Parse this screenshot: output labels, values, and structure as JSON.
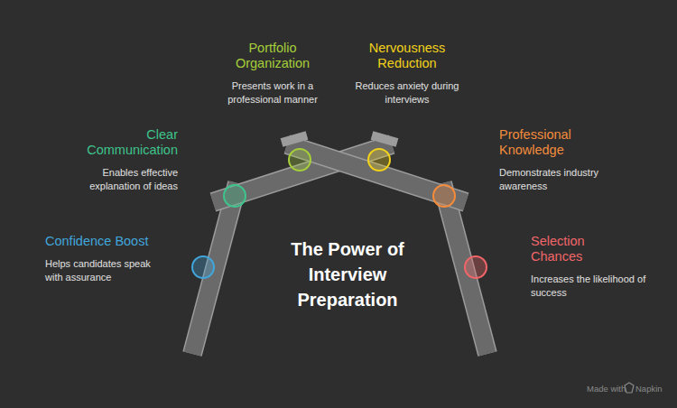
{
  "diagram": {
    "title": "The Power of Interview Preparation",
    "nodes": [
      {
        "text": [
          "Confidence Boost",
          "Helps candidates speak with assurance"
        ]
      },
      {
        "text": [
          "Clear Communication",
          "Enables effective explanation of ideas"
        ]
      },
      {
        "text": [
          "Portfolio Organization",
          "Presents work in a professional manner"
        ]
      },
      {
        "text": [
          "Nervousness Reduction",
          "Reduces anxiety during interviews"
        ]
      },
      {
        "text": [
          "Professional Knowledge",
          "Demonstrates industry awareness"
        ]
      },
      {
        "text": [
          "Selection Chances",
          "Increases the likelihood of success"
        ]
      }
    ],
    "labels": [
      "Made with",
      "Napkin"
    ]
  }
}
